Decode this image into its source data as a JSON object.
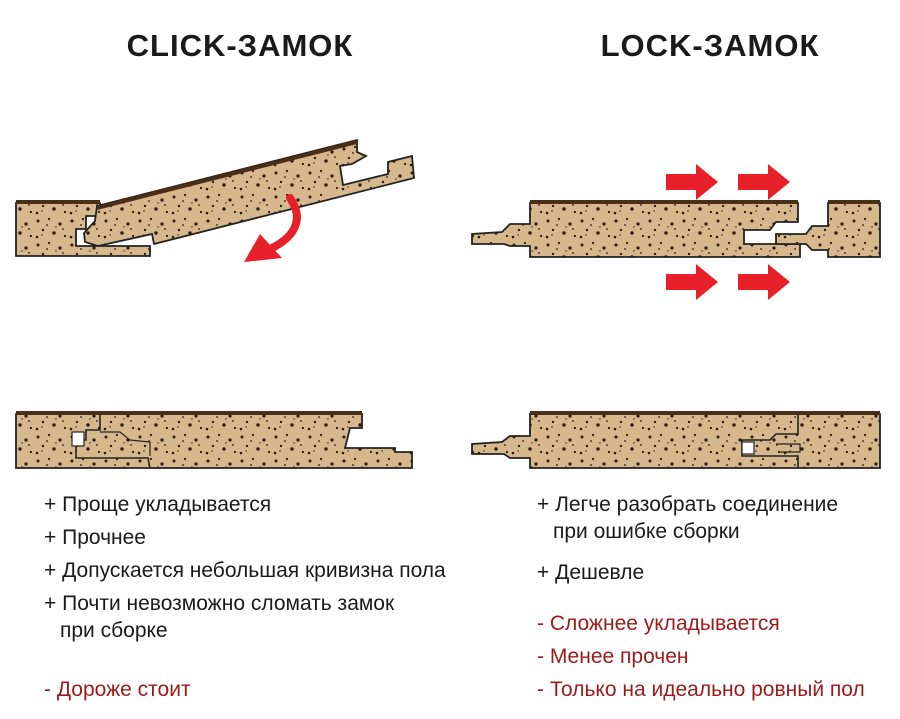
{
  "titles": {
    "left": "CLICK-ЗАМОК",
    "right": "LOCK-ЗАМОК"
  },
  "colors": {
    "board": "#d7b88c",
    "outline": "#222222",
    "arrow": "#e8202a",
    "minus_text": "#9b1b1b"
  },
  "icons": {
    "rotate": "curved-arrow-icon",
    "push": "right-arrow-icon"
  },
  "left": {
    "pros": [
      "+ Проще укладывается",
      "+ Прочнее",
      "+ Допускается небольшая кривизна пола",
      "+ Почти невозможно сломать замок",
      "при сборке"
    ],
    "cons": [
      "- Дороже стоит"
    ]
  },
  "right": {
    "pros": [
      "+ Легче разобрать соединение",
      "при ошибке сборки",
      "+ Дешевле"
    ],
    "cons": [
      "- Сложнее укладывается",
      "- Менее прочен",
      "- Только на идеально ровный пол"
    ]
  }
}
